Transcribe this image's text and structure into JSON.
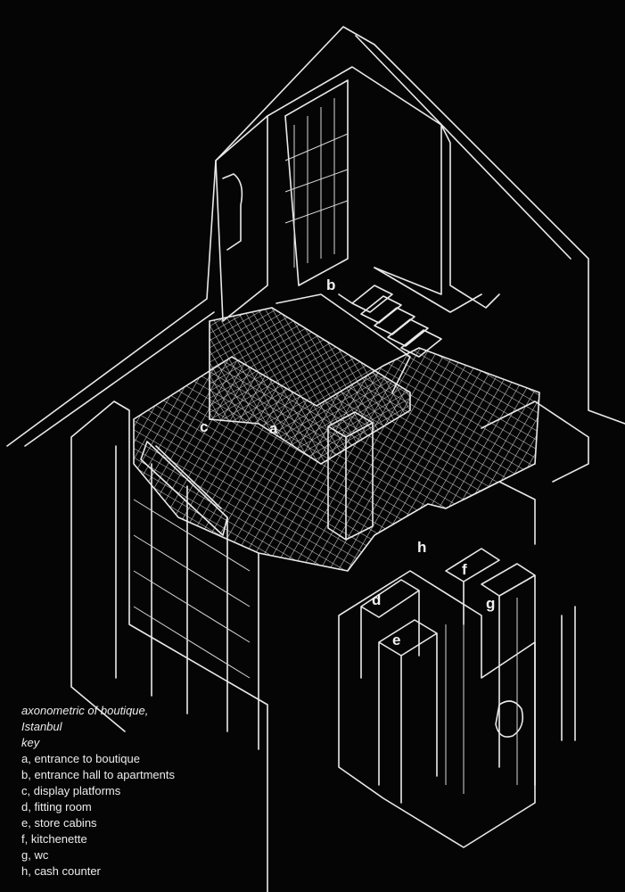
{
  "diagram": {
    "title_lines": [
      "axonometric of boutique,",
      "Istanbul"
    ],
    "key_heading": "key",
    "key_items": [
      {
        "letter": "a",
        "text": "a, entrance to boutique"
      },
      {
        "letter": "b",
        "text": "b, entrance hall to apartments"
      },
      {
        "letter": "c",
        "text": "c, display platforms"
      },
      {
        "letter": "d",
        "text": "d, fitting room"
      },
      {
        "letter": "e",
        "text": "e, store cabins"
      },
      {
        "letter": "f",
        "text": "f, kitchenette"
      },
      {
        "letter": "g",
        "text": "g, wc"
      },
      {
        "letter": "h",
        "text": "h, cash counter"
      }
    ],
    "plan_labels": [
      "a",
      "b",
      "c",
      "d",
      "e",
      "f",
      "g",
      "h"
    ],
    "colors": {
      "background": "#050505",
      "line": "#e9e9e9"
    }
  }
}
